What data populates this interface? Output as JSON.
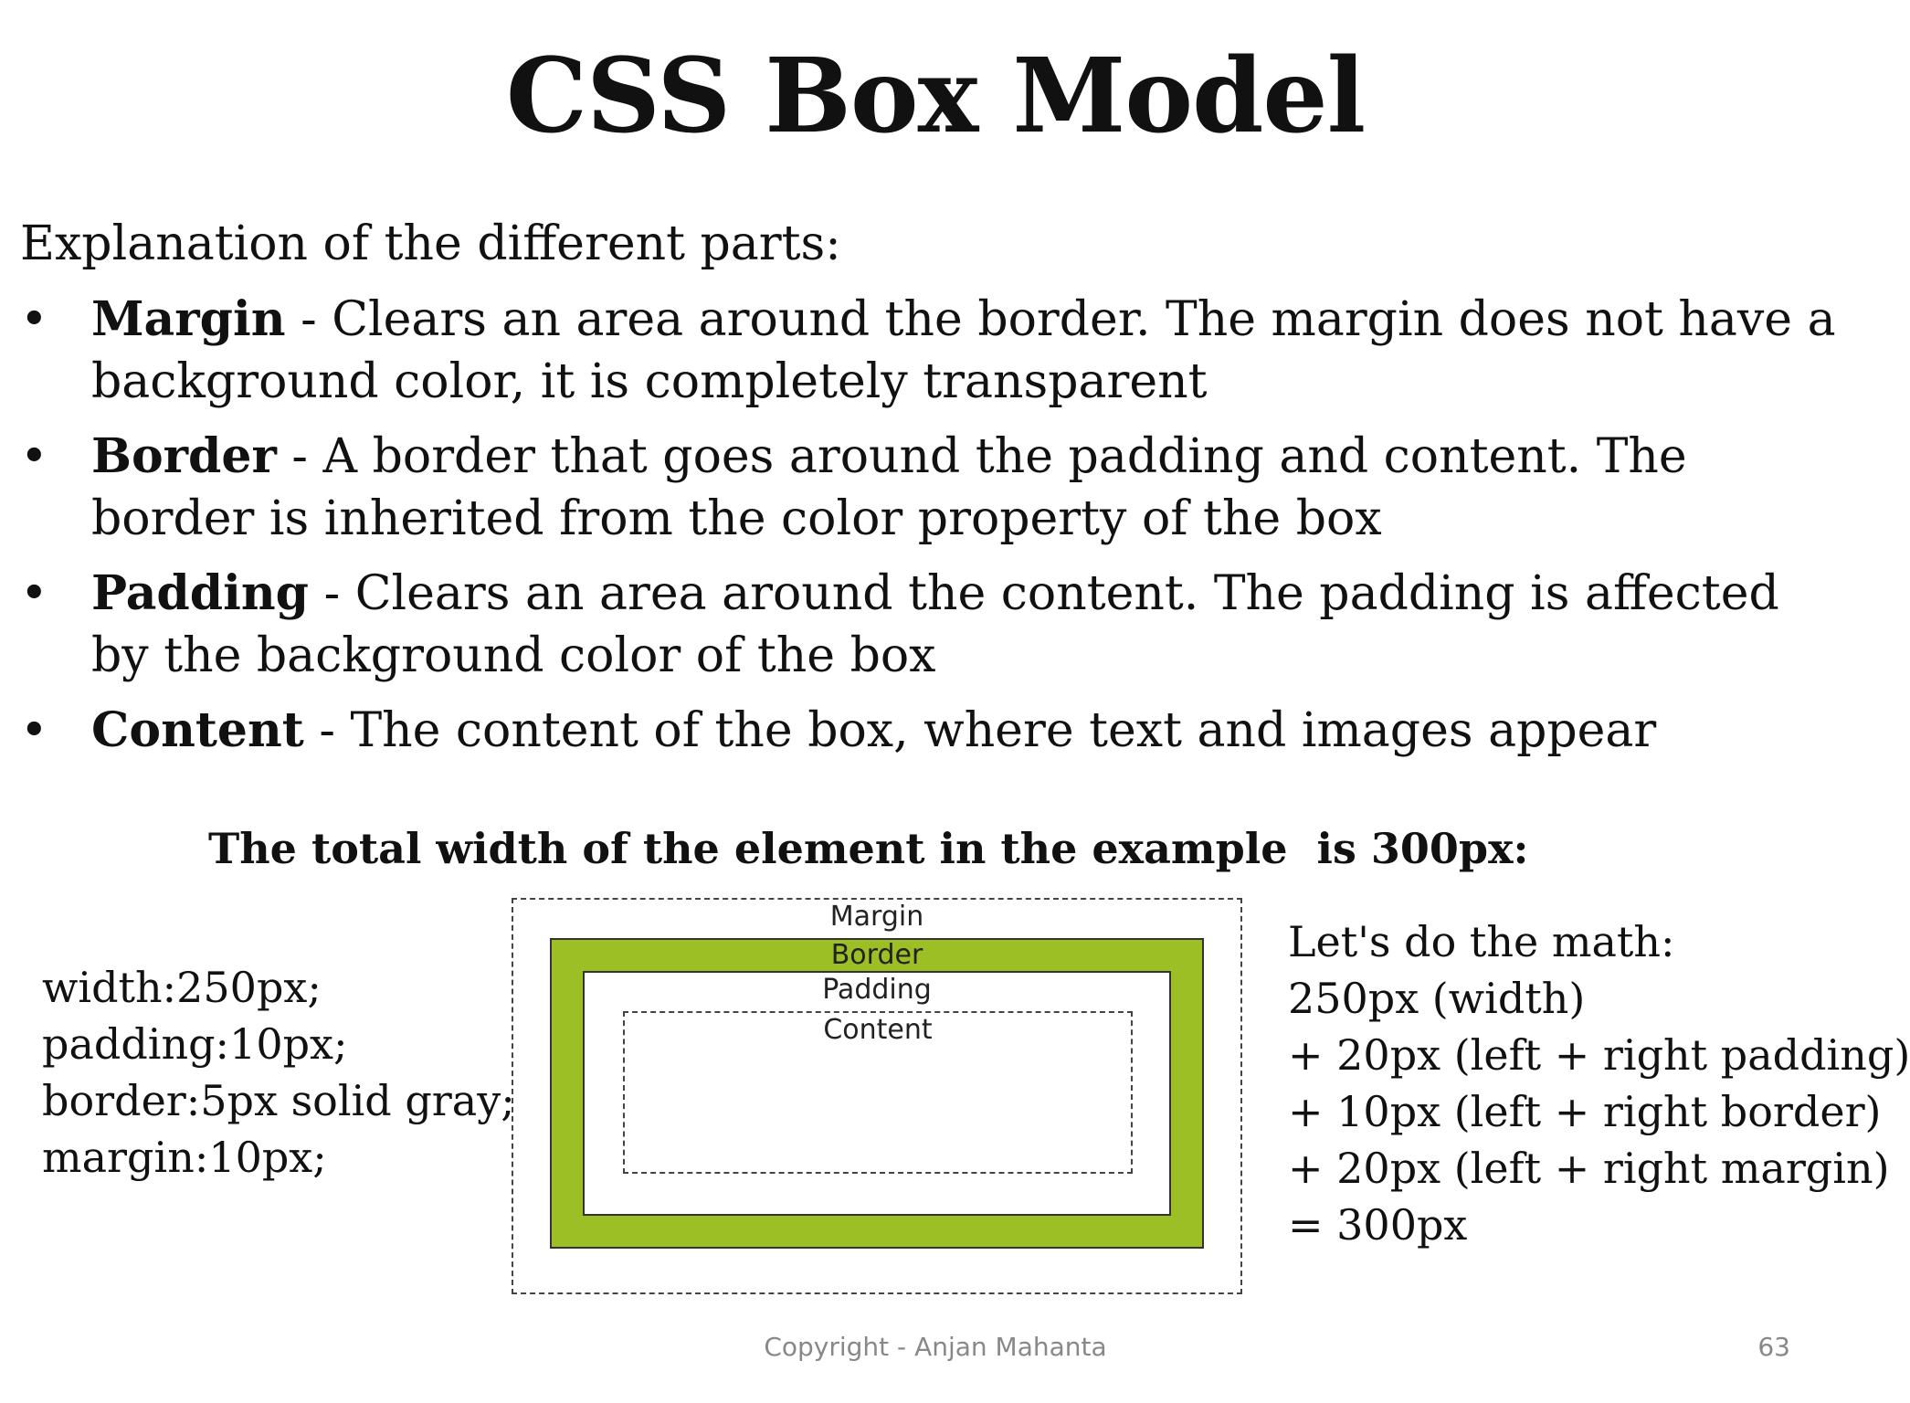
{
  "title": "CSS Box Model",
  "intro": "Explanation of the different parts:",
  "bullet_symbol": "•",
  "bullets": [
    {
      "term": "Margin",
      "separator": " - ",
      "text": "Clears an area around the border. The margin does not have a background color, it is completely transparent"
    },
    {
      "term": "Border",
      "separator": " - ",
      "text": "A border that goes around the padding and content. The border is inherited from the color property of the box"
    },
    {
      "term": "Padding",
      "separator": " - ",
      "text": "Clears an area around the content. The padding is affected by the background color of the box"
    },
    {
      "term": "Content",
      "separator": " - ",
      "text": "The content of the box, where text and images appear"
    }
  ],
  "total_caption": "The total width of the element in the example  is 300px:",
  "css_code": [
    "width:250px;",
    "padding:10px;",
    "border:5px solid gray;",
    "margin:10px;"
  ],
  "diagram": {
    "margin_label": "Margin",
    "border_label": "Border",
    "padding_label": "Padding",
    "content_label": "Content",
    "border_color": "#9bbf25"
  },
  "math": [
    "Let's do the math:",
    "250px (width)",
    "+ 20px (left + right padding)",
    "+ 10px (left + right border)",
    "+ 20px (left + right margin)",
    "= 300px"
  ],
  "footer": {
    "copyright": "Copyright - Anjan Mahanta",
    "page_number": "63"
  }
}
